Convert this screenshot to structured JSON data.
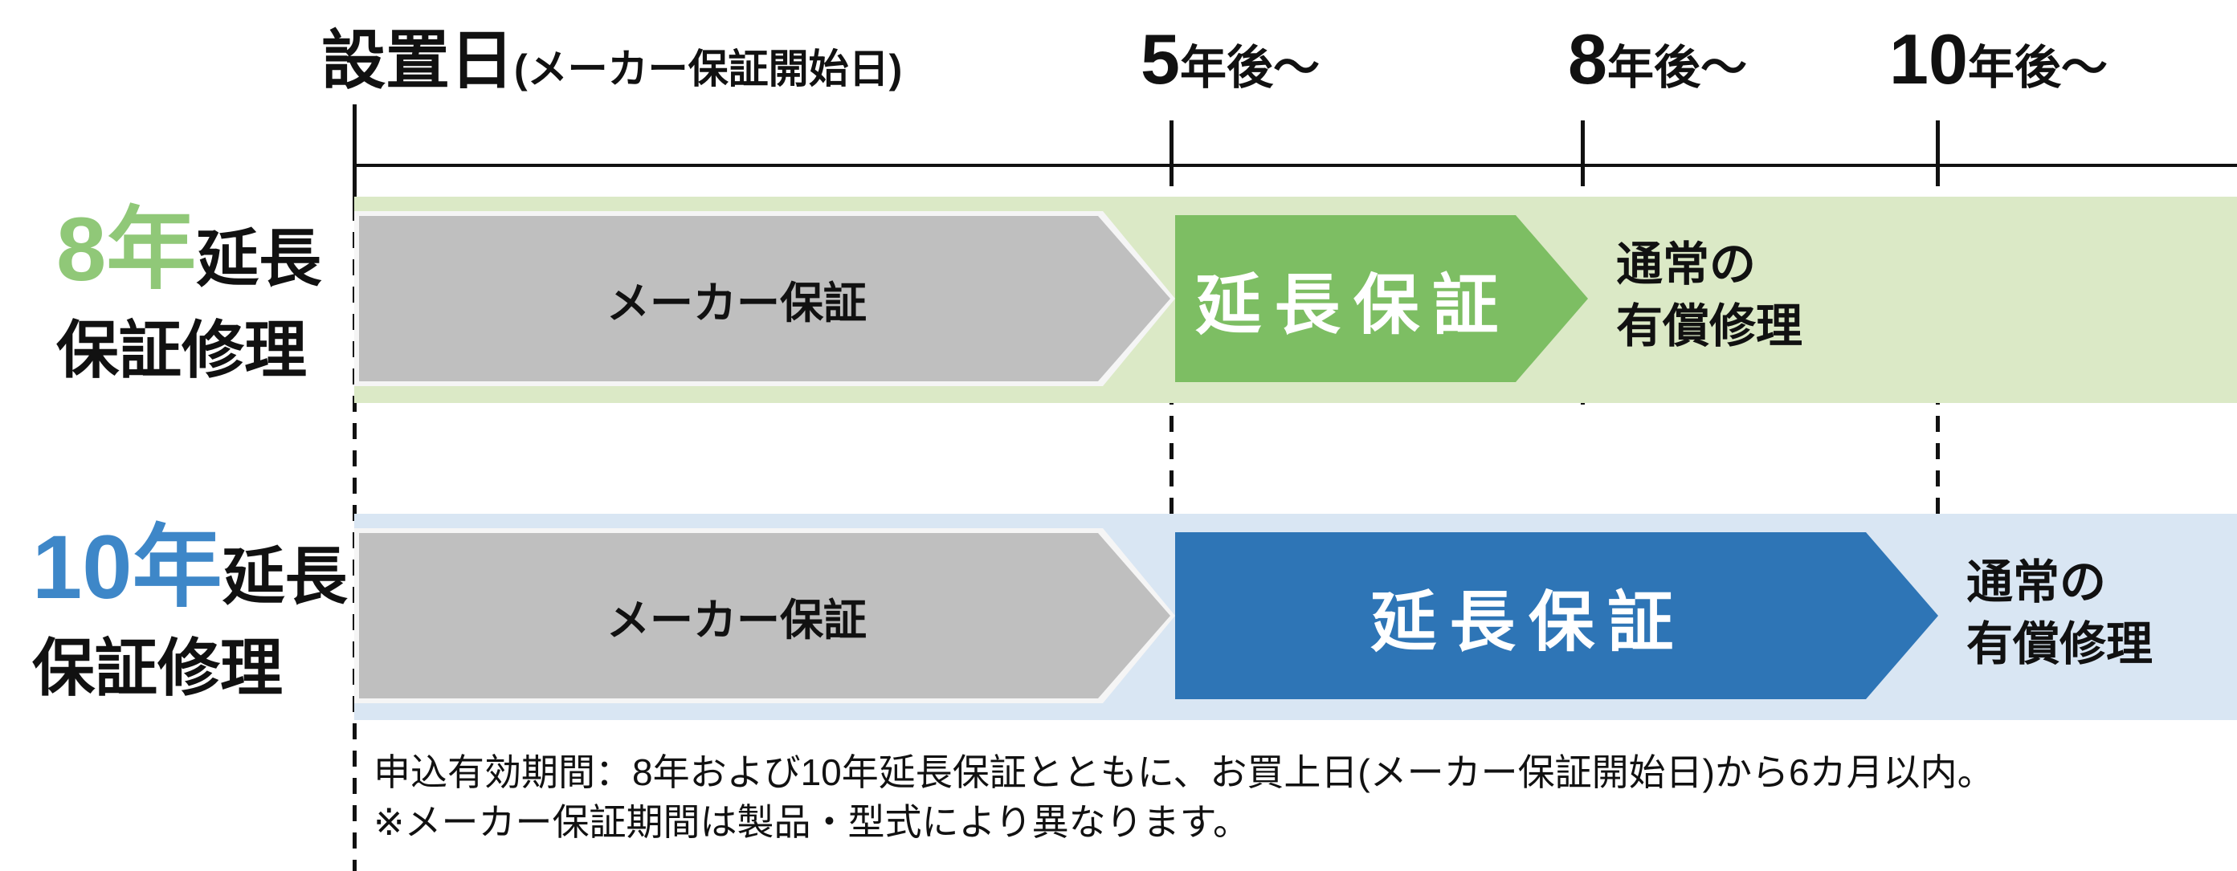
{
  "header": {
    "start": {
      "main": "設置日",
      "sub": "(メーカー保証開始日)"
    },
    "milestones": [
      {
        "number": "5",
        "suffix": "年後〜"
      },
      {
        "number": "8",
        "suffix": "年後〜"
      },
      {
        "number": "10",
        "suffix": "年後〜"
      }
    ]
  },
  "rows": [
    {
      "label": {
        "highlight": "8年",
        "rest": "延長",
        "line2": "保証修理"
      },
      "maker_warranty": "メーカー保証",
      "extended_warranty": "延長保証",
      "paid_repair": "通常の\n有償修理"
    },
    {
      "label": {
        "highlight": "10年",
        "rest": "延長",
        "line2": "保証修理"
      },
      "maker_warranty": "メーカー保証",
      "extended_warranty": "延長保証",
      "paid_repair": "通常の\n有償修理"
    }
  ],
  "notes": {
    "line1": "申込有効期間：8年および10年延長保証とともに、お買上日(メーカー保証開始日)から6カ月以内。",
    "line2": "※メーカー保証期間は製品・型式により異なります。"
  },
  "colors": {
    "green_arrow": "#7DBE63",
    "green_band": "#DBE9C6",
    "green_label": "#90C878",
    "blue_arrow": "#2E75B6",
    "blue_band": "#D9E6F3",
    "blue_label": "#3E87C8",
    "gray_arrow": "#BFBFBF",
    "arrow_outline": "#F5F5F5",
    "text": "#111111"
  }
}
